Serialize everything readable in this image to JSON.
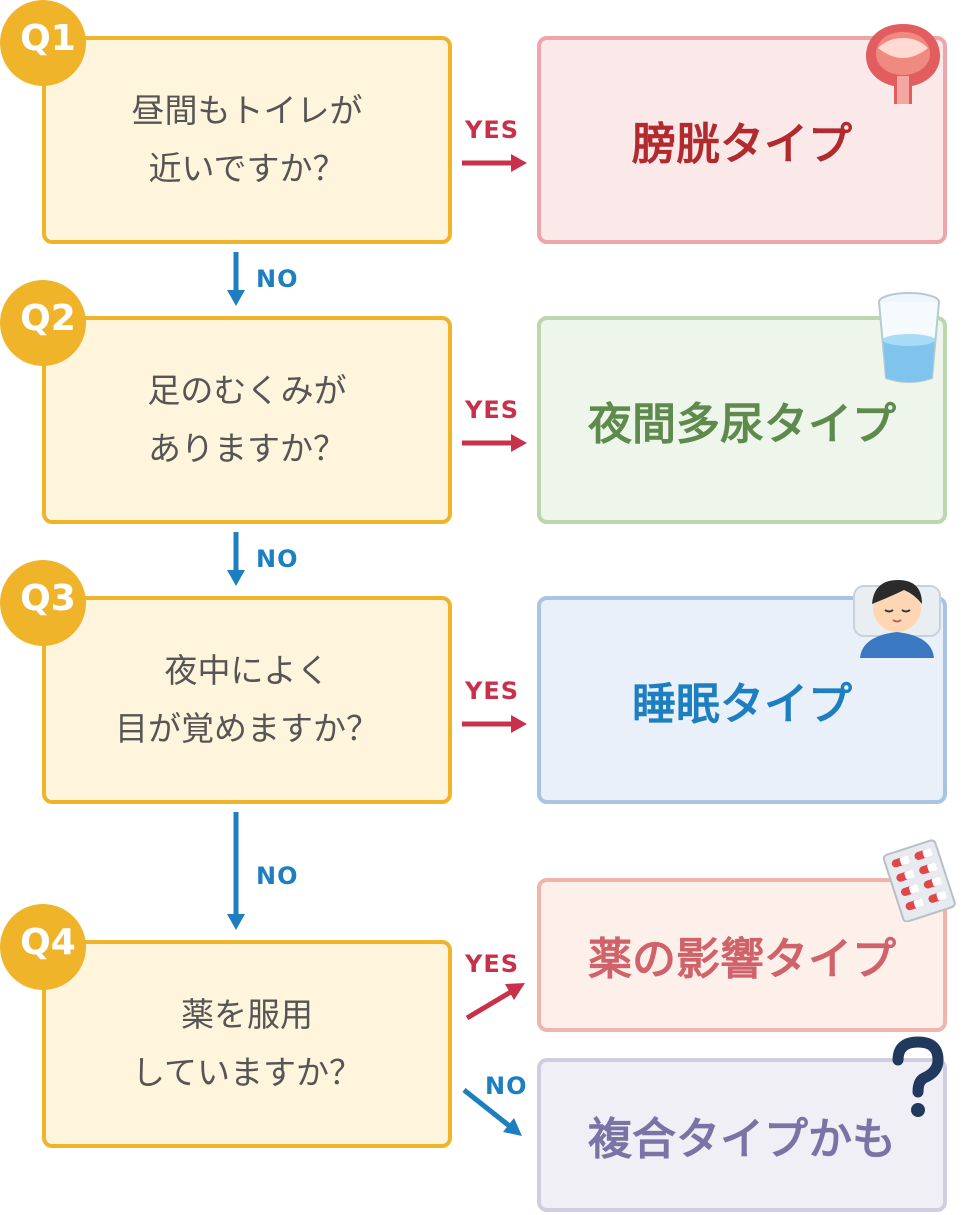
{
  "questions": [
    {
      "badge": "Q1",
      "lines": [
        "昼間もトイレが",
        "近いですか？"
      ]
    },
    {
      "badge": "Q2",
      "lines": [
        "足のむくみが",
        "ありますか？"
      ]
    },
    {
      "badge": "Q3",
      "lines": [
        "夜中によく",
        "目が覚めますか？"
      ]
    },
    {
      "badge": "Q4",
      "lines": [
        "薬を服用",
        "していますか？"
      ]
    }
  ],
  "results": [
    {
      "label": "膀胱タイプ",
      "color": "#b02a2e",
      "bg": "#fbe9ea",
      "border": "#eda5aa",
      "icon": "bladder-icon"
    },
    {
      "label": "夜間多尿タイプ",
      "color": "#5f8a4e",
      "bg": "#eef5ea",
      "border": "#bcd6ae",
      "icon": "water-glass-icon"
    },
    {
      "label": "睡眠タイプ",
      "color": "#1e7fc0",
      "bg": "#e9f0f9",
      "border": "#a9c4e3",
      "icon": "sleeping-person-icon"
    },
    {
      "label": "薬の影響タイプ",
      "color": "#d0626a",
      "bg": "#fdf0ea",
      "border": "#efb5ad",
      "icon": "medicine-pack-icon"
    },
    {
      "label": "複合タイプかも",
      "color": "#7a73a6",
      "bg": "#f0eff5",
      "border": "#cfcde0",
      "icon": "question-mark-icon"
    }
  ],
  "arrows": {
    "yes": "YES",
    "no": "NO"
  },
  "colors": {
    "question_border": "#f0b42a",
    "question_bg": "#fff5dc",
    "yes_arrow": "#c9304a",
    "no_arrow": "#1e7fc0"
  }
}
